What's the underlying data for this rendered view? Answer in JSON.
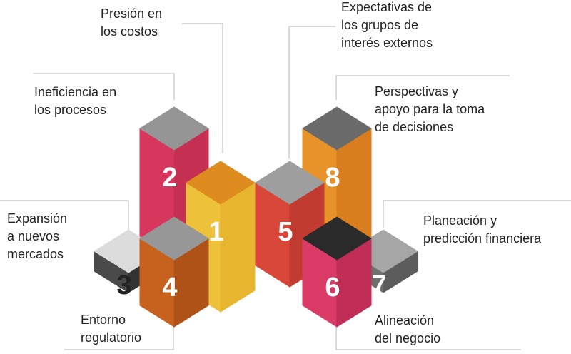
{
  "blocks": [
    {
      "number": "1",
      "label": [
        "Presión en",
        "los costos"
      ],
      "colors": {
        "top": "#DE8C20",
        "left": "#EDC13A",
        "right": "#E8B62E"
      },
      "number_color": "#ffffff"
    },
    {
      "number": "2",
      "label": [
        "Ineficiencia en",
        "los procesos"
      ],
      "colors": {
        "top": "#959595",
        "left": "#D7365D",
        "right": "#C42F52"
      },
      "number_color": "#ffffff"
    },
    {
      "number": "3",
      "label": [
        "Expansión",
        "a nuevos",
        "mercados"
      ],
      "colors": {
        "top": "#DCDCDC",
        "left": "#4A4A4A",
        "right": "#333333"
      },
      "number_color": "#222222"
    },
    {
      "number": "4",
      "label": [
        "Entorno",
        "regulatorio"
      ],
      "colors": {
        "top": "#979797",
        "left": "#C7621E",
        "right": "#AE5218"
      },
      "number_color": "#ffffff"
    },
    {
      "number": "5",
      "label": [
        "Expectativas de",
        "los grupos de",
        "interés externos"
      ],
      "colors": {
        "top": "#9E9E9E",
        "left": "#D8473A",
        "right": "#C23B30"
      },
      "number_color": "#ffffff"
    },
    {
      "number": "6",
      "label": [
        "Alineación",
        "del negocio"
      ],
      "colors": {
        "top": "#2A2A2A",
        "left": "#D93A66",
        "right": "#C02D56"
      },
      "number_color": "#ffffff"
    },
    {
      "number": "7",
      "label": [
        "Planeación y",
        "predicción financiera"
      ],
      "colors": {
        "top": "#A6A6A6",
        "left": "#6E6E6E",
        "right": "#5C5C5C"
      },
      "number_color": "#ffffff"
    },
    {
      "number": "8",
      "label": [
        "Perspectivas y",
        "apoyo para la toma",
        "de decisiones"
      ],
      "colors": {
        "top": "#6A6A6A",
        "left": "#E8922A",
        "right": "#D97E1E"
      },
      "number_color": "#ffffff"
    }
  ],
  "colors": {
    "leader_line": "#B5B5B5",
    "text": "#222222"
  }
}
